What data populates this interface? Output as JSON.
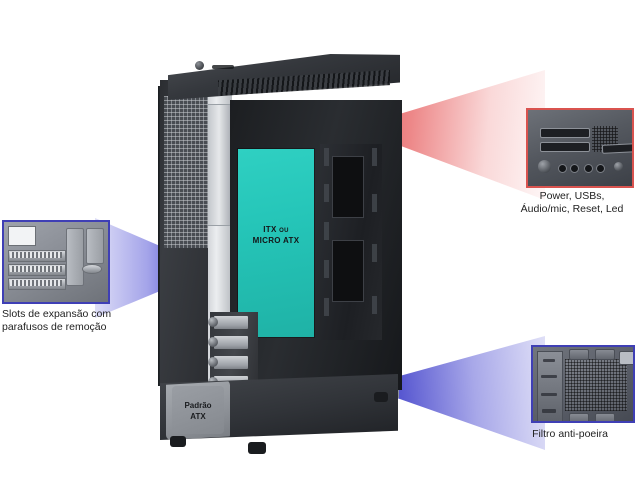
{
  "product": {
    "type": "pc-case-feature-diagram",
    "language": "pt-BR"
  },
  "case_labels": {
    "motherboard_support_line1": "ITX ou",
    "motherboard_support_line2": "MICRO ATX",
    "psu_line1": "Padrão",
    "psu_line2": "ATX"
  },
  "callouts": [
    {
      "id": "front-io",
      "label_line1": "Power, USBs,",
      "label_line2": "Áudio/mic, Reset, Led",
      "beam_color": "#d9534f",
      "border_color": "#d9534f",
      "position": "top-right"
    },
    {
      "id": "expansion-slots",
      "label_line1": "Slots de expansão com",
      "label_line2": "parafusos de remoção",
      "beam_color": "#2d2dc8",
      "border_color": "#3f3fb5",
      "position": "left"
    },
    {
      "id": "dust-filter",
      "label_line1": "Filtro anti-poeira",
      "label_line2": "",
      "beam_color": "#2d2dc8",
      "border_color": "#3f3fb5",
      "position": "bottom-right"
    }
  ],
  "colors": {
    "background": "#ffffff",
    "accent_teal": "#25c5b8",
    "accent_red": "#d9534f",
    "accent_blue": "#3f3fb5",
    "case_dark": "#2a2c30",
    "glass_panel": "#f6f6f6"
  }
}
